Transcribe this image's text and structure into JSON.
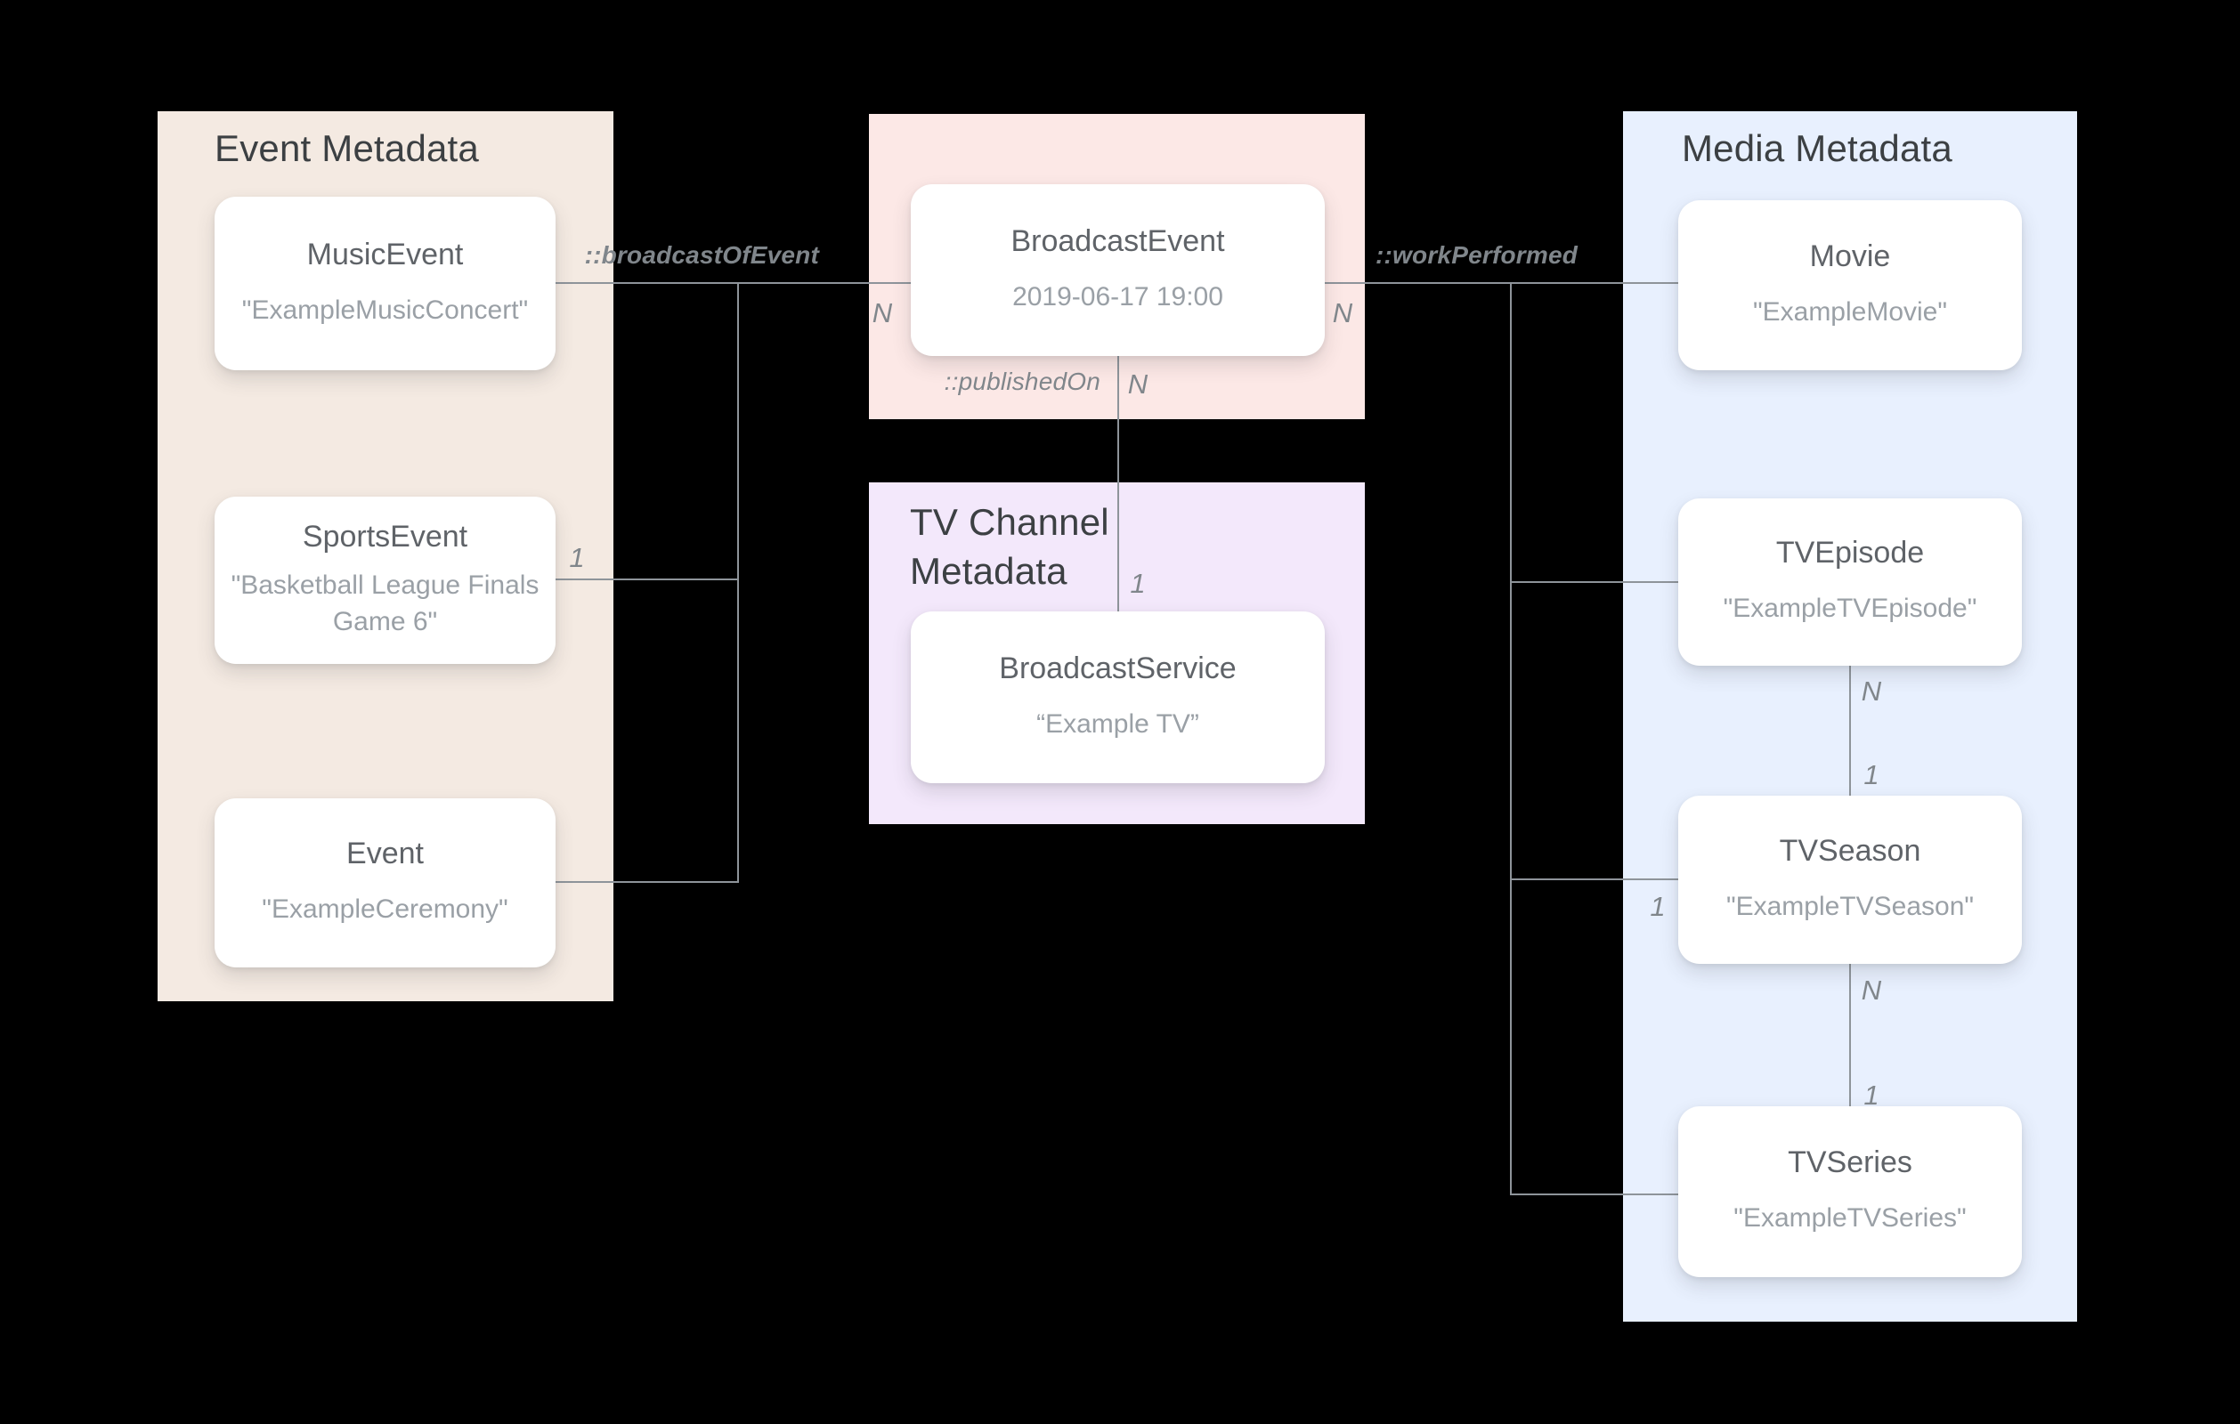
{
  "diagram": {
    "panels": {
      "event": {
        "title": "Event Metadata"
      },
      "tv_channel": {
        "title": "TV Channel\nMetadata"
      },
      "media": {
        "title": "Media Metadata"
      }
    },
    "nodes": {
      "music_event": {
        "title": "MusicEvent",
        "value": "\"ExampleMusicConcert\""
      },
      "sports_event": {
        "title": "SportsEvent",
        "value": "\"Basketball League Finals\nGame 6\""
      },
      "event": {
        "title": "Event",
        "value": "\"ExampleCeremony\""
      },
      "broadcast_event": {
        "title": "BroadcastEvent",
        "value": "2019-06-17 19:00"
      },
      "broadcast_service": {
        "title": "BroadcastService",
        "value": "“Example TV”"
      },
      "movie": {
        "title": "Movie",
        "value": "\"ExampleMovie\""
      },
      "tv_episode": {
        "title": "TVEpisode",
        "value": "\"ExampleTVEpisode\""
      },
      "tv_season": {
        "title": "TVSeason",
        "value": "\"ExampleTVSeason\""
      },
      "tv_series": {
        "title": "TVSeries",
        "value": "\"ExampleTVSeries\""
      }
    },
    "relations": {
      "broadcast_of_event": "::broadcastOfEvent",
      "work_performed": "::workPerformed",
      "published_on": "::publishedOn"
    },
    "cardinalities": {
      "n_broadcast_left": "N",
      "n_broadcast_right": "N",
      "n_published": "N",
      "one_published": "1",
      "one_sports": "1",
      "one_season_branch": "1",
      "n_episode_season": "N",
      "one_episode_season": "1",
      "n_season_series": "N",
      "one_season_series": "1"
    },
    "colors": {
      "event_panel": "#F4EAE2",
      "broadcast_panel": "#FCE8E6",
      "tv_channel_panel": "#F3E8FB",
      "media_panel": "#E8F0FE",
      "line": "#8E949A",
      "label": "#80868B",
      "title": "#3C4043",
      "node_title": "#5F6368",
      "node_value": "#9AA0A6"
    }
  }
}
